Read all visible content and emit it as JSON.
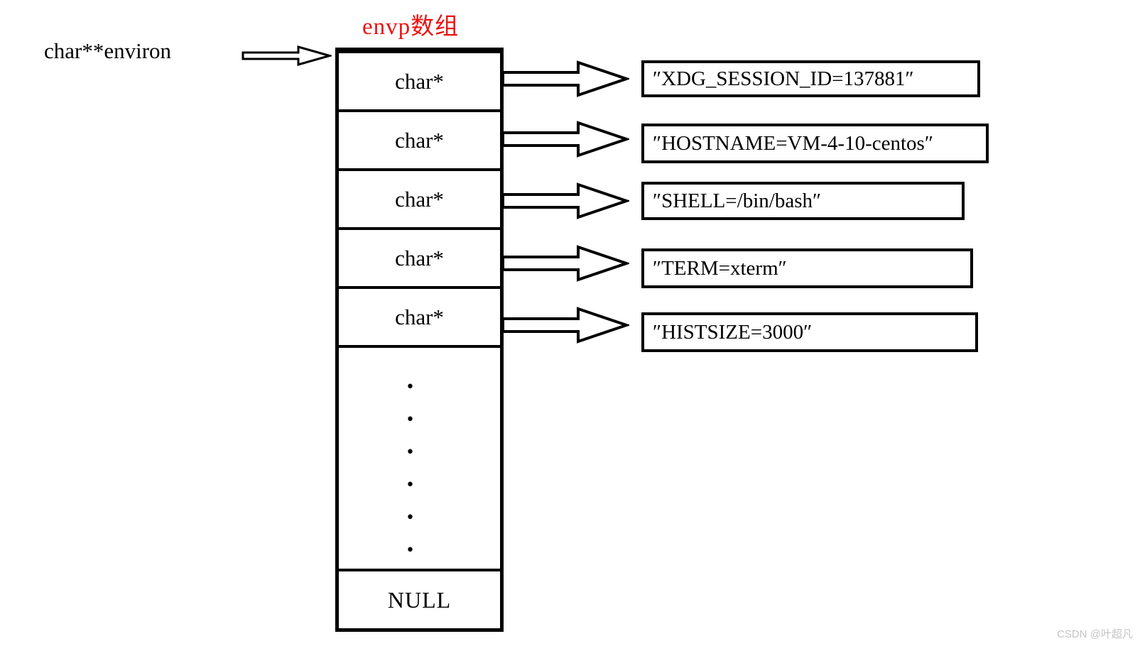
{
  "title": {
    "text": "envp数组",
    "color": "#ee1111"
  },
  "pointer": {
    "label": "char**environ"
  },
  "array": {
    "dots": [
      "•",
      "•",
      "•",
      "•",
      "•",
      "•"
    ],
    "null_label": "NULL"
  },
  "rows": [
    {
      "cell": "char*",
      "value": "″XDG_SESSION_ID=137881″"
    },
    {
      "cell": "char*",
      "value": "″HOSTNAME=VM-4-10-centos″"
    },
    {
      "cell": "char*",
      "value": "″SHELL=/bin/bash″"
    },
    {
      "cell": "char*",
      "value": "″TERM=xterm″"
    },
    {
      "cell": "char*",
      "value": "″HISTSIZE=3000″"
    }
  ],
  "watermark": {
    "text": "CSDN @叶超凡",
    "color": "#c5c5c5"
  },
  "colors": {
    "stroke": "#000000",
    "background": "#ffffff",
    "title": "#ee1111"
  }
}
